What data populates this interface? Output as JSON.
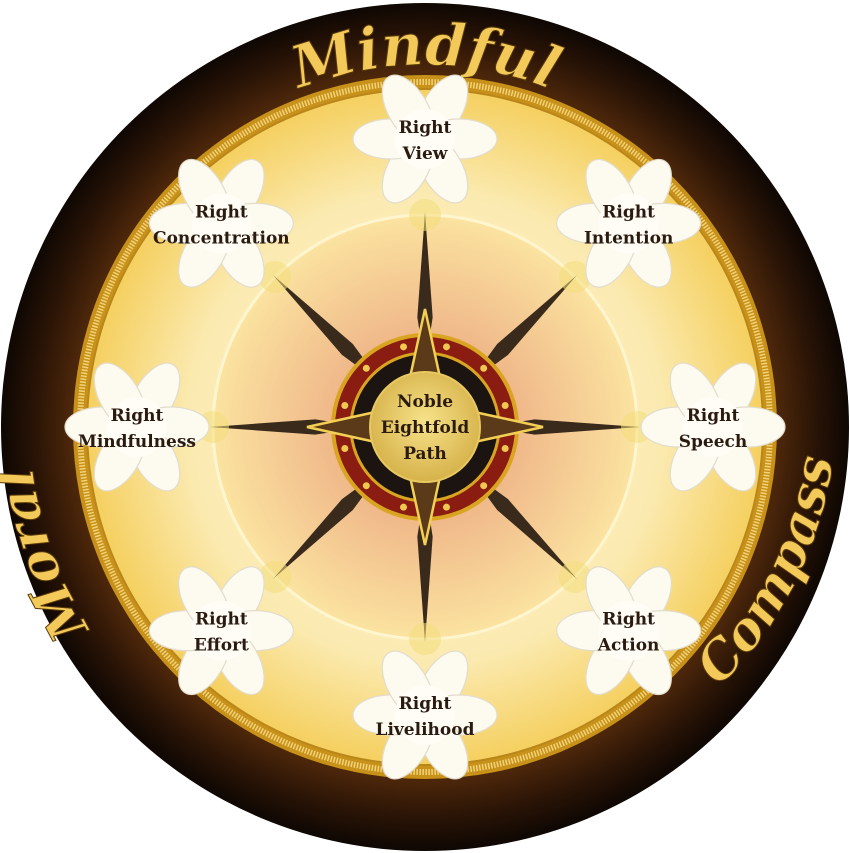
{
  "titles": {
    "top": "Mindful",
    "left": "Moral",
    "right": "Compass"
  },
  "center": {
    "lines": [
      "Noble",
      "Eightfold",
      "Path"
    ]
  },
  "paths": [
    {
      "lines": [
        "Right",
        "View"
      ],
      "angle": 0
    },
    {
      "lines": [
        "Right",
        "Intention"
      ],
      "angle": 45
    },
    {
      "lines": [
        "Right",
        "Speech"
      ],
      "angle": 90
    },
    {
      "lines": [
        "Right",
        "Action"
      ],
      "angle": 135
    },
    {
      "lines": [
        "Right",
        "Livelihood"
      ],
      "angle": 180
    },
    {
      "lines": [
        "Right",
        "Effort"
      ],
      "angle": 225
    },
    {
      "lines": [
        "Right",
        "Mindfulness"
      ],
      "angle": 270
    },
    {
      "lines": [
        "Right",
        "Concentration"
      ],
      "angle": 315
    }
  ],
  "colors": {
    "outer_ring": "#1a0d05",
    "gold": "#d9a520",
    "inner_field": "#fbe9a8",
    "arrow": "#3a2a1c",
    "ornament_red": "#8a1c12"
  }
}
